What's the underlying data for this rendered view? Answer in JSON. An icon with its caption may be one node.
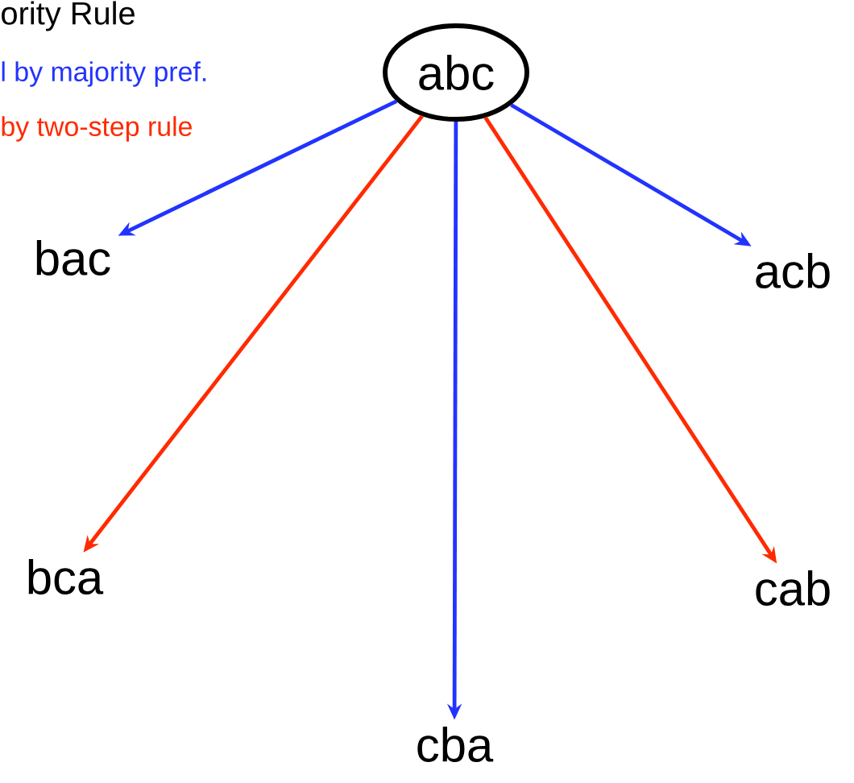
{
  "diagram": {
    "nodes": [
      {
        "text": [
          "abc"
        ]
      },
      {
        "text": [
          "bac"
        ]
      },
      {
        "text": [
          "acb"
        ]
      },
      {
        "text": [
          "bca"
        ]
      },
      {
        "text": [
          "cab"
        ]
      },
      {
        "text": [
          "cba"
        ]
      }
    ],
    "edges": [
      {
        "from": 0,
        "to": 1,
        "arrow": "to"
      },
      {
        "from": 0,
        "to": 3,
        "arrow": "to",
        "color": "#ff2a00"
      },
      {
        "from": 0,
        "to": 5,
        "arrow": "to"
      },
      {
        "from": 0,
        "to": 4,
        "arrow": "to",
        "color": "#ff2a00"
      },
      {
        "from": 0,
        "to": 2,
        "arrow": "to"
      }
    ],
    "labels": [
      "ority Rule",
      "l by majority pref.",
      "by two-step rule"
    ]
  }
}
